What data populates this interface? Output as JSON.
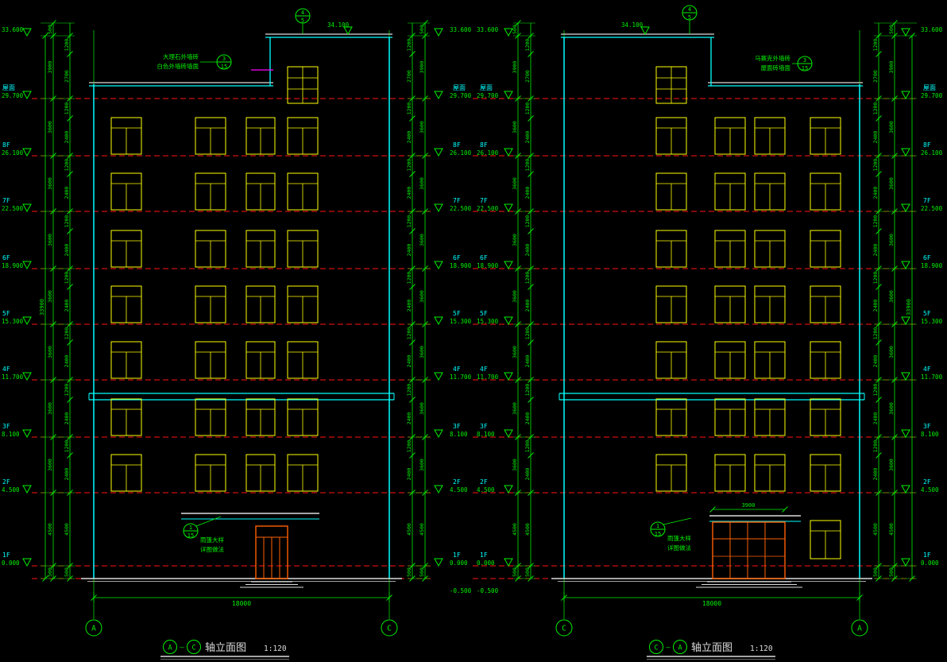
{
  "drawing": {
    "titles": {
      "left": {
        "from": "A",
        "dash": "—",
        "to": "C",
        "name": "轴立面图",
        "scale": "1:120"
      },
      "right": {
        "from": "C",
        "dash": "—",
        "to": "A",
        "name": "轴立面图",
        "scale": "1:120"
      }
    },
    "axes": {
      "left": [
        "A",
        "C"
      ],
      "right": [
        "C",
        "A"
      ]
    }
  },
  "levels": [
    {
      "floor": "屋面",
      "elev": "29.700"
    },
    {
      "floor": "8F",
      "elev": "26.100"
    },
    {
      "floor": "7F",
      "elev": "22.500"
    },
    {
      "floor": "6F",
      "elev": "18.900"
    },
    {
      "floor": "5F",
      "elev": "15.300"
    },
    {
      "floor": "4F",
      "elev": "11.700"
    },
    {
      "floor": "3F",
      "elev": "8.100"
    },
    {
      "floor": "2F",
      "elev": "4.500"
    },
    {
      "floor": "1F",
      "elev": "0.000"
    }
  ],
  "marks": {
    "top_elev": "33.600",
    "parapet_elev": "34.100",
    "ground_elev": "-0.500"
  },
  "dims": {
    "overall_v": "33900",
    "overall_h": "18000",
    "canopy_w": "3900",
    "outer": [
      "500",
      "3900",
      "3600",
      "3600",
      "3600",
      "3600",
      "3600",
      "3600",
      "3600",
      "4500",
      "500"
    ],
    "inner_top": [
      "1200",
      "2700"
    ],
    "inner_floor": [
      "1200",
      "2400"
    ],
    "inner_bottom": [
      "4500",
      "500"
    ]
  },
  "callouts": {
    "roof_left": {
      "num": "4",
      "sheet": "5"
    },
    "roof_right": {
      "num": "4",
      "sheet": "5"
    },
    "wall_left": {
      "num": "3",
      "sheet": "15",
      "line1": "大理石外墙砖",
      "line2": "白色外墙砖墙面"
    },
    "wall_right": {
      "num": "3",
      "sheet": "15",
      "line1": "马赛克外墙砖",
      "line2": "屋面砖墙面"
    },
    "canopy_left": {
      "num": "1",
      "sheet": "15",
      "line1": "雨篷大样",
      "line2": "详图做法"
    },
    "canopy_right": {
      "num": "1",
      "sheet": "15",
      "line1": "雨篷大样",
      "line2": "详图做法"
    }
  },
  "colors": {
    "bg": "#000000",
    "green": "#00f000",
    "cyan": "#00ffff",
    "red": "#ff1414",
    "yellow": "#ffff00",
    "orange": "#ff5f00",
    "white": "#dcdcdc",
    "magenta": "#ff00ff"
  }
}
